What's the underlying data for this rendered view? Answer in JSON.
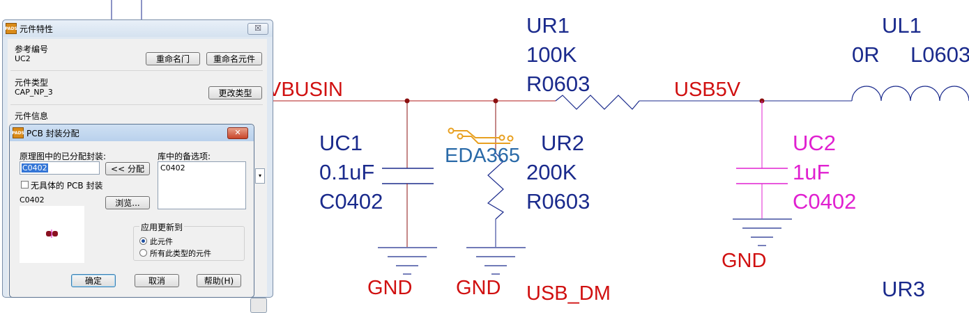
{
  "schematic": {
    "nets": {
      "vbusin": "VBUSIN",
      "usb5v": "USB5V",
      "usb_dm": "USB_DM"
    },
    "parts": {
      "ur1": {
        "ref": "UR1",
        "value": "100K",
        "footprint": "R0603"
      },
      "ul1": {
        "ref": "UL1",
        "value": "0R",
        "footprint": "L0603"
      },
      "uc1": {
        "ref": "UC1",
        "value": "0.1uF",
        "footprint": "C0402"
      },
      "ur2": {
        "ref": "UR2",
        "value": "200K",
        "footprint": "R0603"
      },
      "uc2": {
        "ref": "UC2",
        "value": "1uF",
        "footprint": "C0402"
      },
      "ur3": {
        "ref": "UR3"
      }
    },
    "gnd": "GND",
    "watermark": "EDA365",
    "colors": {
      "wire_red": "#b01818",
      "wire_blue": "#1a2a8c",
      "label_red": "#d01010",
      "label_blue": "#1a2a8c",
      "selected": "#e020d0",
      "junction": "#8b1010"
    }
  },
  "part_properties_dialog": {
    "title": "元件特性",
    "app_icon": "PADS",
    "close_label": "☒",
    "ref_group_label": "参考编号",
    "ref_value": "UC2",
    "rename_gate_button": "重命名门",
    "rename_part_button": "重命名元件",
    "type_group_label": "元件类型",
    "type_value": "CAP_NP_3",
    "change_type_button": "更改类型",
    "info_group_label": "元件信息"
  },
  "pcb_decal_dialog": {
    "title": "PCB 封装分配",
    "app_icon": "PADS",
    "close_label": "✕",
    "assigned_label": "原理图中的已分配封装:",
    "assigned_value": "C0402",
    "assign_button": "<< 分配",
    "library_label": "库中的备选项:",
    "library_items": [
      "C0402"
    ],
    "no_specific_checkbox": "无具体的 PCB 封装",
    "preview_name": "C0402",
    "browse_button": "浏览...",
    "apply_group": "应用更新到",
    "apply_this": "此元件",
    "apply_all": "所有此类型的元件",
    "ok_button": "确定",
    "cancel_button": "取消",
    "help_button": "帮助(H)"
  }
}
